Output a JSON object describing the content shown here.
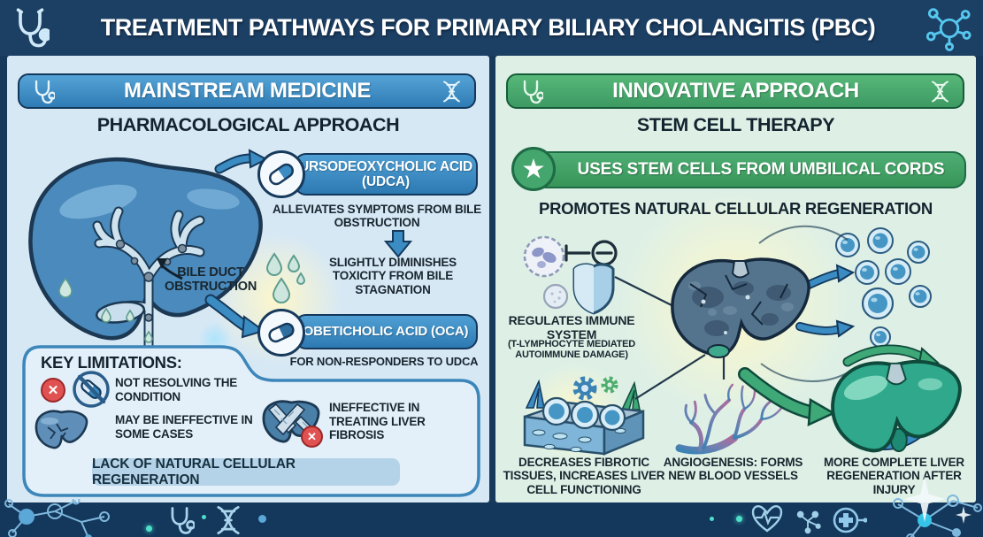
{
  "header": {
    "title": "TREATMENT PATHWAYS FOR PRIMARY BILIARY CHOLANGITIS (PBC)",
    "left_icon": "stethoscope-icon",
    "right_icon": "molecule-icon"
  },
  "left_panel": {
    "banner": "MAINSTREAM MEDICINE",
    "banner_icons": [
      "stethoscope-icon",
      "dna-icon"
    ],
    "subtitle": "PHARMACOLOGICAL APPROACH",
    "liver_annotation": "BILE DUCT OBSTRUCTION",
    "udca": {
      "icon": "capsule-icon",
      "name": "URSODEOXYCHOLIC ACID (UDCA)",
      "effect": "ALLEVIATES SYMPTOMS FROM BILE OBSTRUCTION",
      "secondary_effect": "SLIGHTLY DIMINISHES TOXICITY FROM BILE STAGNATION"
    },
    "oca": {
      "icon": "capsule-icon",
      "name": "OBETICHOLIC ACID (OCA)",
      "note": "FOR NON-RESPONDERS TO UDCA"
    },
    "limitations": {
      "title": "KEY LIMITATIONS:",
      "items": [
        {
          "icon": "no-cure-icon",
          "label": "NOT RESOLVING THE CONDITION"
        },
        {
          "icon": "damaged-liver-icon",
          "label": "MAY BE INEFFECTIVE IN SOME CASES"
        },
        {
          "icon": "fibrotic-liver-icon",
          "label": "INEFFECTIVE IN TREATING LIVER FIBROSIS"
        }
      ],
      "footer": "LACK OF NATURAL CELLULAR REGENERATION"
    }
  },
  "right_panel": {
    "banner": "INNOVATIVE APPROACH",
    "banner_icons": [
      "stethoscope-icon",
      "dna-icon"
    ],
    "subtitle": "STEM CELL THERAPY",
    "highlight": "USES STEM CELLS FROM UMBILICAL CORDS",
    "highlight_icon": "star-icon",
    "subheading": "PROMOTES NATURAL CELLULAR REGENERATION",
    "immune": {
      "icons": [
        "t-lymphocyte-icon",
        "inhibition-icon",
        "shield-icon"
      ],
      "label": "REGULATES IMMUNE SYSTEM",
      "sublabel": "(T-LYMPHOCYTE MEDIATED AUTOIMMUNE DAMAGE)"
    },
    "fibrosis": {
      "icon": "tissue-regeneration-icon",
      "label": "DECREASES FIBROTIC TISSUES, INCREASES LIVER CELL FUNCTIONING"
    },
    "angiogenesis": {
      "icon": "blood-vessels-icon",
      "label": "ANGIOGENESIS: FORMS NEW BLOOD VESSELS"
    },
    "regeneration": {
      "icon": "healthy-liver-icon",
      "label": "MORE COMPLETE LIVER REGENERATION AFTER INJURY"
    }
  },
  "colors": {
    "navy": "#1c3f64",
    "panel_blue": "#d7e8f5",
    "panel_green": "#def0e6",
    "accent_blue": "#2e7cb4",
    "accent_green": "#3c9a62",
    "text_dark": "#16242e",
    "alert_red": "#e05252",
    "limitations_border": "#3c86ba",
    "limitations_bar": "#b4d3e8"
  }
}
